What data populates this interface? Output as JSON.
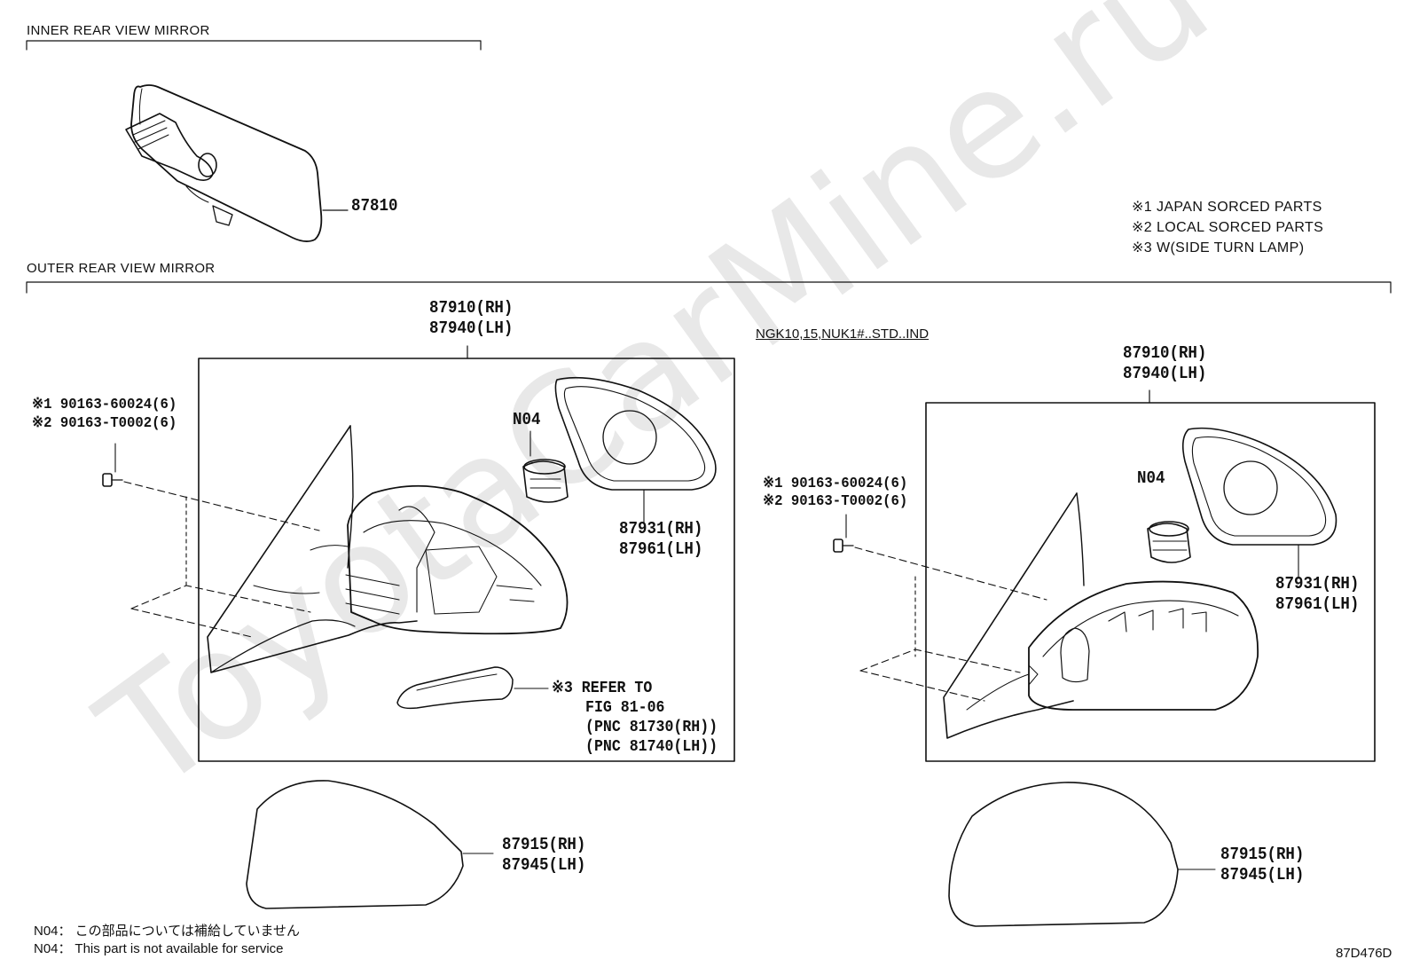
{
  "watermark": "ToyotaCarMine.ru",
  "sections": {
    "inner": "INNER REAR VIEW MIRROR",
    "outer": "OUTER REAR VIEW MIRROR"
  },
  "notes": {
    "n1": "※1 JAPAN SORCED PARTS",
    "n2": "※2 LOCAL SORCED PARTS",
    "n3": "※3 W(SIDE TURN LAMP)"
  },
  "inner_part": "87810",
  "left": {
    "assy_rh": "87910(RH)",
    "assy_lh": "87940(LH)",
    "screw1": "※1 90163-60024(6)",
    "screw2": "※2 90163-T0002(6)",
    "n04": "N04",
    "glass_rh": "87931(RH)",
    "glass_lh": "87961(LH)",
    "lamp_ref1": "※3 REFER TO",
    "lamp_ref2": "FIG 81-06",
    "lamp_ref3": "(PNC 81730(RH))",
    "lamp_ref4": "(PNC 81740(LH))",
    "cover_rh": "87915(RH)",
    "cover_lh": "87945(LH)"
  },
  "right": {
    "applicability": "NGK10,15,NUK1#..STD..IND",
    "assy_rh": "87910(RH)",
    "assy_lh": "87940(LH)",
    "screw1": "※1 90163-60024(6)",
    "screw2": "※2 90163-T0002(6)",
    "n04": "N04",
    "glass_rh": "87931(RH)",
    "glass_lh": "87961(LH)",
    "cover_rh": "87915(RH)",
    "cover_lh": "87945(LH)"
  },
  "footer": {
    "jp": "N04： この部品については補給していません",
    "en": "N04： This part is not available for service",
    "code": "87D476D"
  }
}
